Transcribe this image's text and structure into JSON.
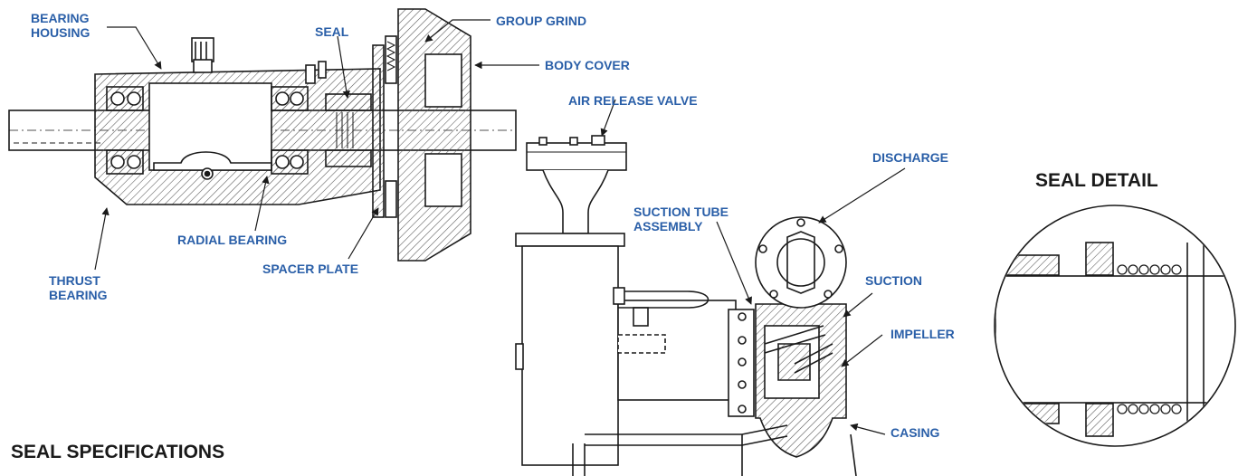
{
  "colors": {
    "label": "#2a5fa8",
    "ink": "#1a1a1a",
    "hatch": "#555555",
    "background": "#ffffff"
  },
  "labels": {
    "bearing_housing": "BEARING\nHOUSING",
    "seal": "SEAL",
    "group_grind": "GROUP GRIND",
    "body_cover": "BODY COVER",
    "air_release_valve": "AIR RELEASE VALVE",
    "discharge": "DISCHARGE",
    "suction_tube_assembly": "SUCTION TUBE\nASSEMBLY",
    "suction": "SUCTION",
    "impeller": "IMPELLER",
    "casing": "CASING",
    "radial_bearing": "RADIAL BEARING",
    "spacer_plate": "SPACER PLATE",
    "thrust_bearing": "THRUST\nBEARING"
  },
  "headings": {
    "seal_detail": "SEAL DETAIL",
    "seal_specifications": "SEAL SPECIFICATIONS"
  },
  "icons": [
    "hatch-pattern",
    "bolt-icon",
    "spring-icon",
    "leader-arrow"
  ]
}
